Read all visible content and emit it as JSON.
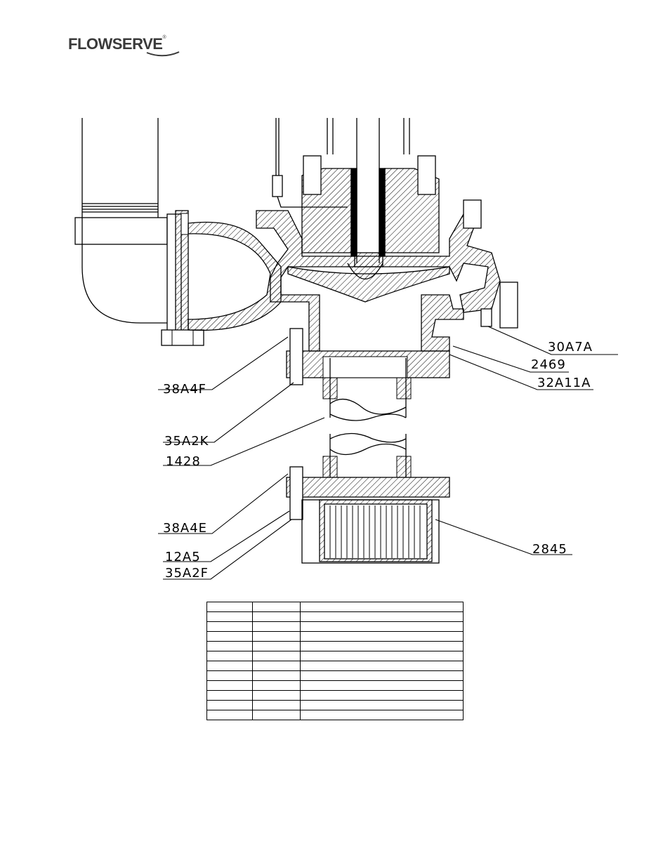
{
  "header": {
    "logo_text": "FLOWSERVE",
    "logo_mark": "®"
  },
  "drawing": {
    "callouts": [
      {
        "id": "c-30a7a",
        "label": "30A7A"
      },
      {
        "id": "c-2469",
        "label": "2469"
      },
      {
        "id": "c-32a11a",
        "label": "32A11A"
      },
      {
        "id": "c-38a4f",
        "label": "38A4F"
      },
      {
        "id": "c-35a2k",
        "label": "35A2K"
      },
      {
        "id": "c-1428",
        "label": "1428"
      },
      {
        "id": "c-38a4e",
        "label": "38A4E"
      },
      {
        "id": "c-12a5",
        "label": "12A5"
      },
      {
        "id": "c-35a2f",
        "label": "35A2F"
      },
      {
        "id": "c-2845",
        "label": "2845"
      }
    ]
  },
  "parts_table": {
    "rows": [
      [
        "",
        "",
        ""
      ],
      [
        "",
        "",
        ""
      ],
      [
        "",
        "",
        ""
      ],
      [
        "",
        "",
        ""
      ],
      [
        "",
        "",
        ""
      ],
      [
        "",
        "",
        ""
      ],
      [
        "",
        "",
        ""
      ],
      [
        "",
        "",
        ""
      ],
      [
        "",
        "",
        ""
      ],
      [
        "",
        "",
        ""
      ],
      [
        "",
        "",
        ""
      ],
      [
        "",
        "",
        ""
      ]
    ]
  }
}
